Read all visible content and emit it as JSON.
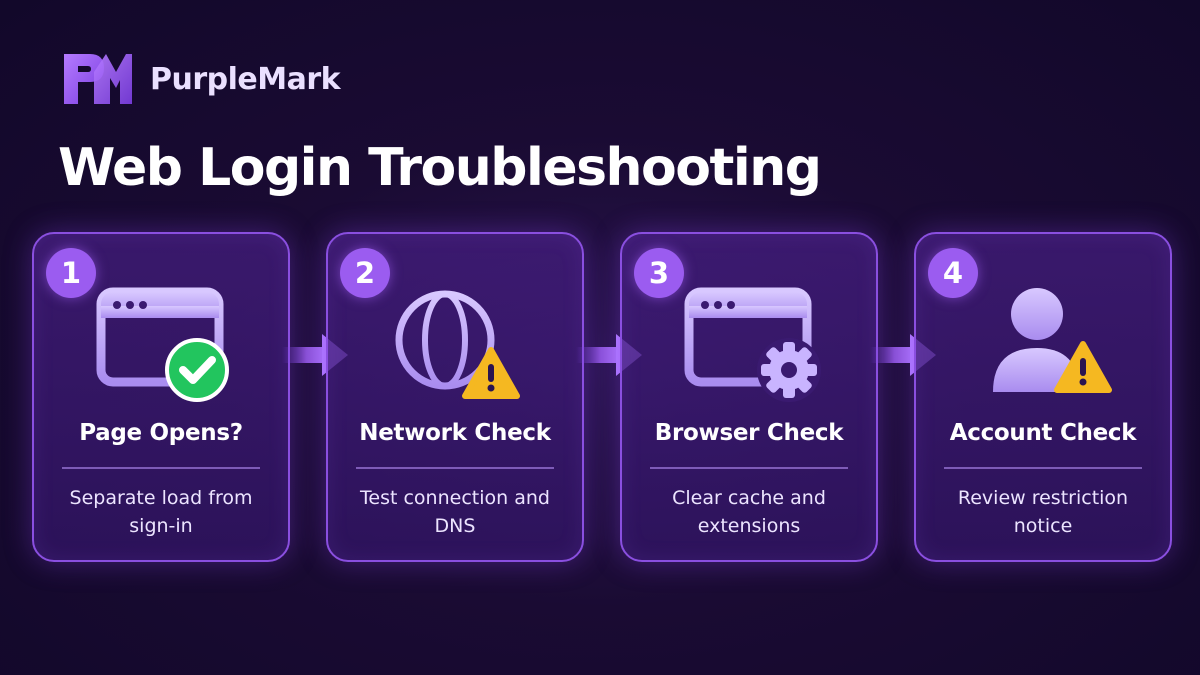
{
  "brand": {
    "name": "PurpleMark",
    "logo_icon": "pm-monogram-icon",
    "accent": "#9b5cf0"
  },
  "title": "Web Login Troubleshooting",
  "steps": [
    {
      "number": "1",
      "title": "Page Opens?",
      "description": "Separate load from sign-in",
      "icon": "browser-window-check-icon"
    },
    {
      "number": "2",
      "title": "Network Check",
      "description": "Test connection and DNS",
      "icon": "globe-warning-icon"
    },
    {
      "number": "3",
      "title": "Browser Check",
      "description": "Clear cache and extensions",
      "icon": "browser-window-gear-icon"
    },
    {
      "number": "4",
      "title": "Account Check",
      "description": "Review restriction notice",
      "icon": "user-warning-icon"
    }
  ],
  "colors": {
    "card_border": "#8a4fe0",
    "success": "#22c55e",
    "warning": "#f5b821",
    "icon_fill": "#c9b4ff"
  }
}
